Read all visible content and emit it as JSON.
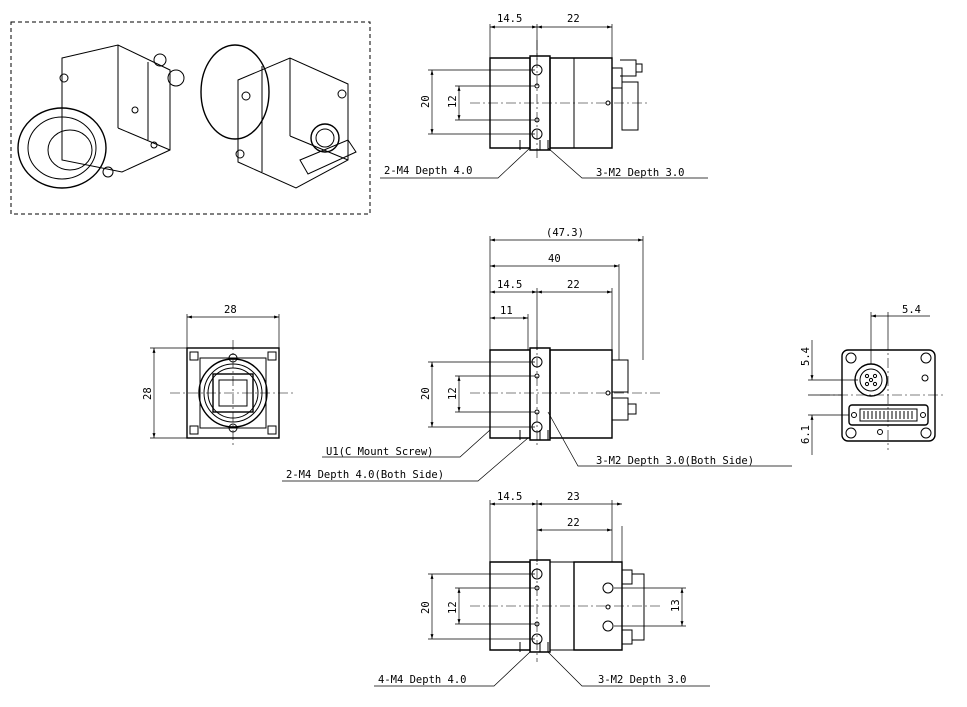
{
  "dimensions": {
    "top_view": {
      "d14_5": "14.5",
      "d22": "22",
      "d20": "20",
      "d12": "12",
      "note_m4": "2-M4 Depth 4.0",
      "note_m2": "3-M2 Depth 3.0"
    },
    "side_view": {
      "d47_3": "(47.3)",
      "d40": "40",
      "d14_5": "14.5",
      "d22": "22",
      "d11": "11",
      "d20": "20",
      "d12": "12",
      "note_screw": "U1(C Mount Screw)",
      "note_m4": "2-M4 Depth 4.0(Both Side)",
      "note_m2": "3-M2 Depth 3.0(Both Side)"
    },
    "front_view": {
      "d28_w": "28",
      "d28_h": "28"
    },
    "rear_view": {
      "d5_4_h": "5.4",
      "d5_4_v": "5.4",
      "d6_1": "6.1"
    },
    "bottom_view": {
      "d14_5": "14.5",
      "d23": "23",
      "d22": "22",
      "d20": "20",
      "d12": "12",
      "d13": "13",
      "note_m4": "4-M4 Depth 4.0",
      "note_m2": "3-M2 Depth 3.0"
    }
  }
}
